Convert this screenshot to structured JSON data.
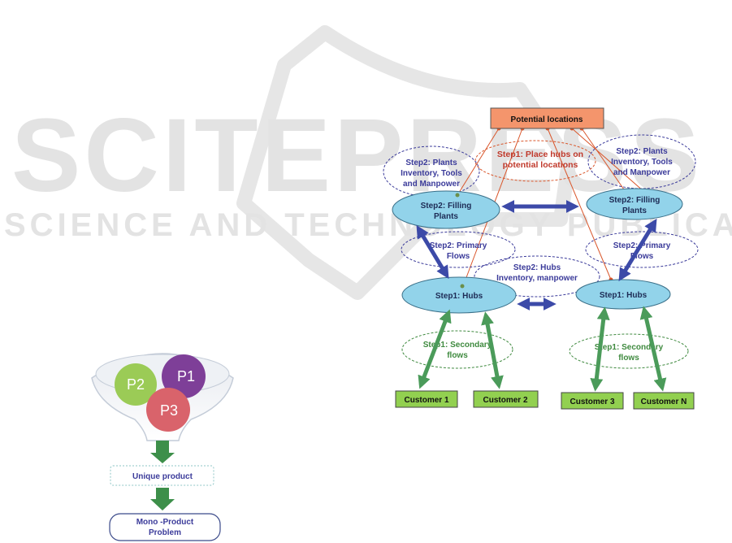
{
  "watermark": {
    "big": "SCITEPRESS",
    "small": "SCIENCE AND TECHNOLOGY PUBLICATIONS"
  },
  "diagram": {
    "potential_locations": "Potential locations",
    "plants_left": [
      "Step2: Plants",
      "Inventory, Tools",
      "and Manpower"
    ],
    "plants_right": [
      "Step2: Plants",
      "Inventory, Tools",
      "and Manpower"
    ],
    "place_hubs": [
      "Step1: Place hubs on",
      "potential locations"
    ],
    "filling_left": [
      "Step2: Filling",
      "Plants"
    ],
    "filling_right": [
      "Step2: Filling",
      "Plants"
    ],
    "primary_left": [
      "Step2: Primary",
      "Flows"
    ],
    "primary_right": [
      "Step2: Primary",
      "Flows"
    ],
    "hubs_inventory": [
      "Step2: Hubs",
      "Inventory, manpower"
    ],
    "hubs_left": "Step1:  Hubs",
    "hubs_right": "Step1:  Hubs",
    "secondary_left": [
      "Step1: Secondary",
      "flows"
    ],
    "secondary_right": [
      "Step1: Secondary",
      "flows"
    ],
    "customers": [
      "Customer 1",
      "Customer 2",
      "Customer 3",
      "Customer N"
    ]
  },
  "funnel": {
    "products": [
      "P2",
      "P1",
      "P3"
    ],
    "unique_product": "Unique product",
    "mono_problem": [
      "Mono -Product",
      "Problem"
    ]
  },
  "colors": {
    "hub_fill": "#92d3ea",
    "arrow_blue": "#3c4aa8",
    "arrow_green": "#4b9b5a",
    "potential_fill": "#f4956c",
    "customer_fill": "#92d050",
    "red_line": "#d9562b",
    "p1": "#7e3f98",
    "p2": "#9bcb56",
    "p3": "#d9636b"
  }
}
